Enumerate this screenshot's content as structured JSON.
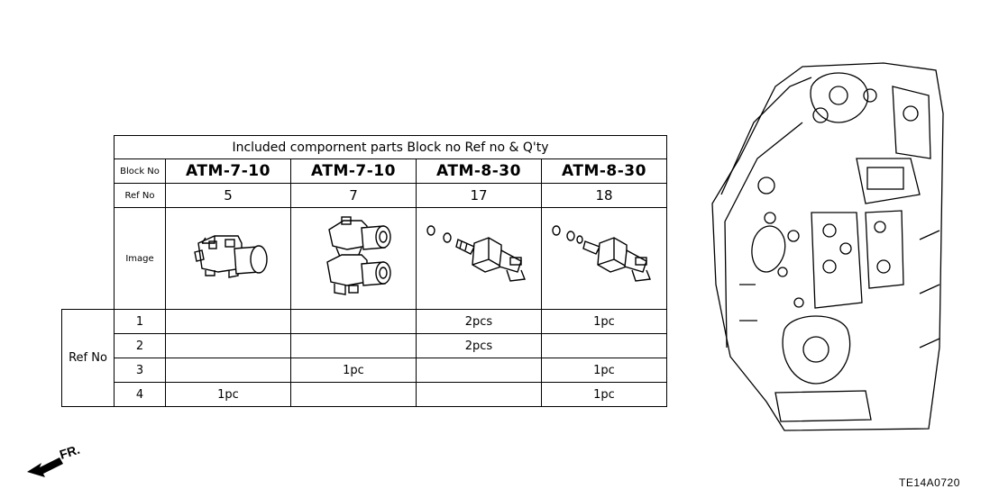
{
  "table": {
    "title": "Included compornent parts Block no  Ref  no  & Q'ty",
    "block_label": "Block No",
    "ref_label": "Ref  No",
    "image_label": "Image",
    "row_group_label": "Ref  No",
    "columns": [
      {
        "block": "ATM-7-10",
        "ref": "5",
        "icon": "single-solenoid-icon"
      },
      {
        "block": "ATM-7-10",
        "ref": "7",
        "icon": "double-solenoid-icon"
      },
      {
        "block": "ATM-8-30",
        "ref": "17",
        "icon": "solenoid-valve-with-orings-icon"
      },
      {
        "block": "ATM-8-30",
        "ref": "18",
        "icon": "solenoid-valve-with-orings-icon"
      }
    ],
    "rows": [
      {
        "ref": "1",
        "qty": [
          "",
          "",
          "2pcs",
          "1pc"
        ]
      },
      {
        "ref": "2",
        "qty": [
          "",
          "",
          "2pcs",
          ""
        ]
      },
      {
        "ref": "3",
        "qty": [
          "",
          "1pc",
          "",
          "1pc"
        ]
      },
      {
        "ref": "4",
        "qty": [
          "1pc",
          "",
          "",
          "1pc"
        ]
      }
    ]
  },
  "front_indicator": "FR.",
  "diagram_id": "TE14A0720",
  "icons": {
    "transmission": "transmission-housing-icon",
    "front_arrow": "front-direction-arrow-icon"
  }
}
